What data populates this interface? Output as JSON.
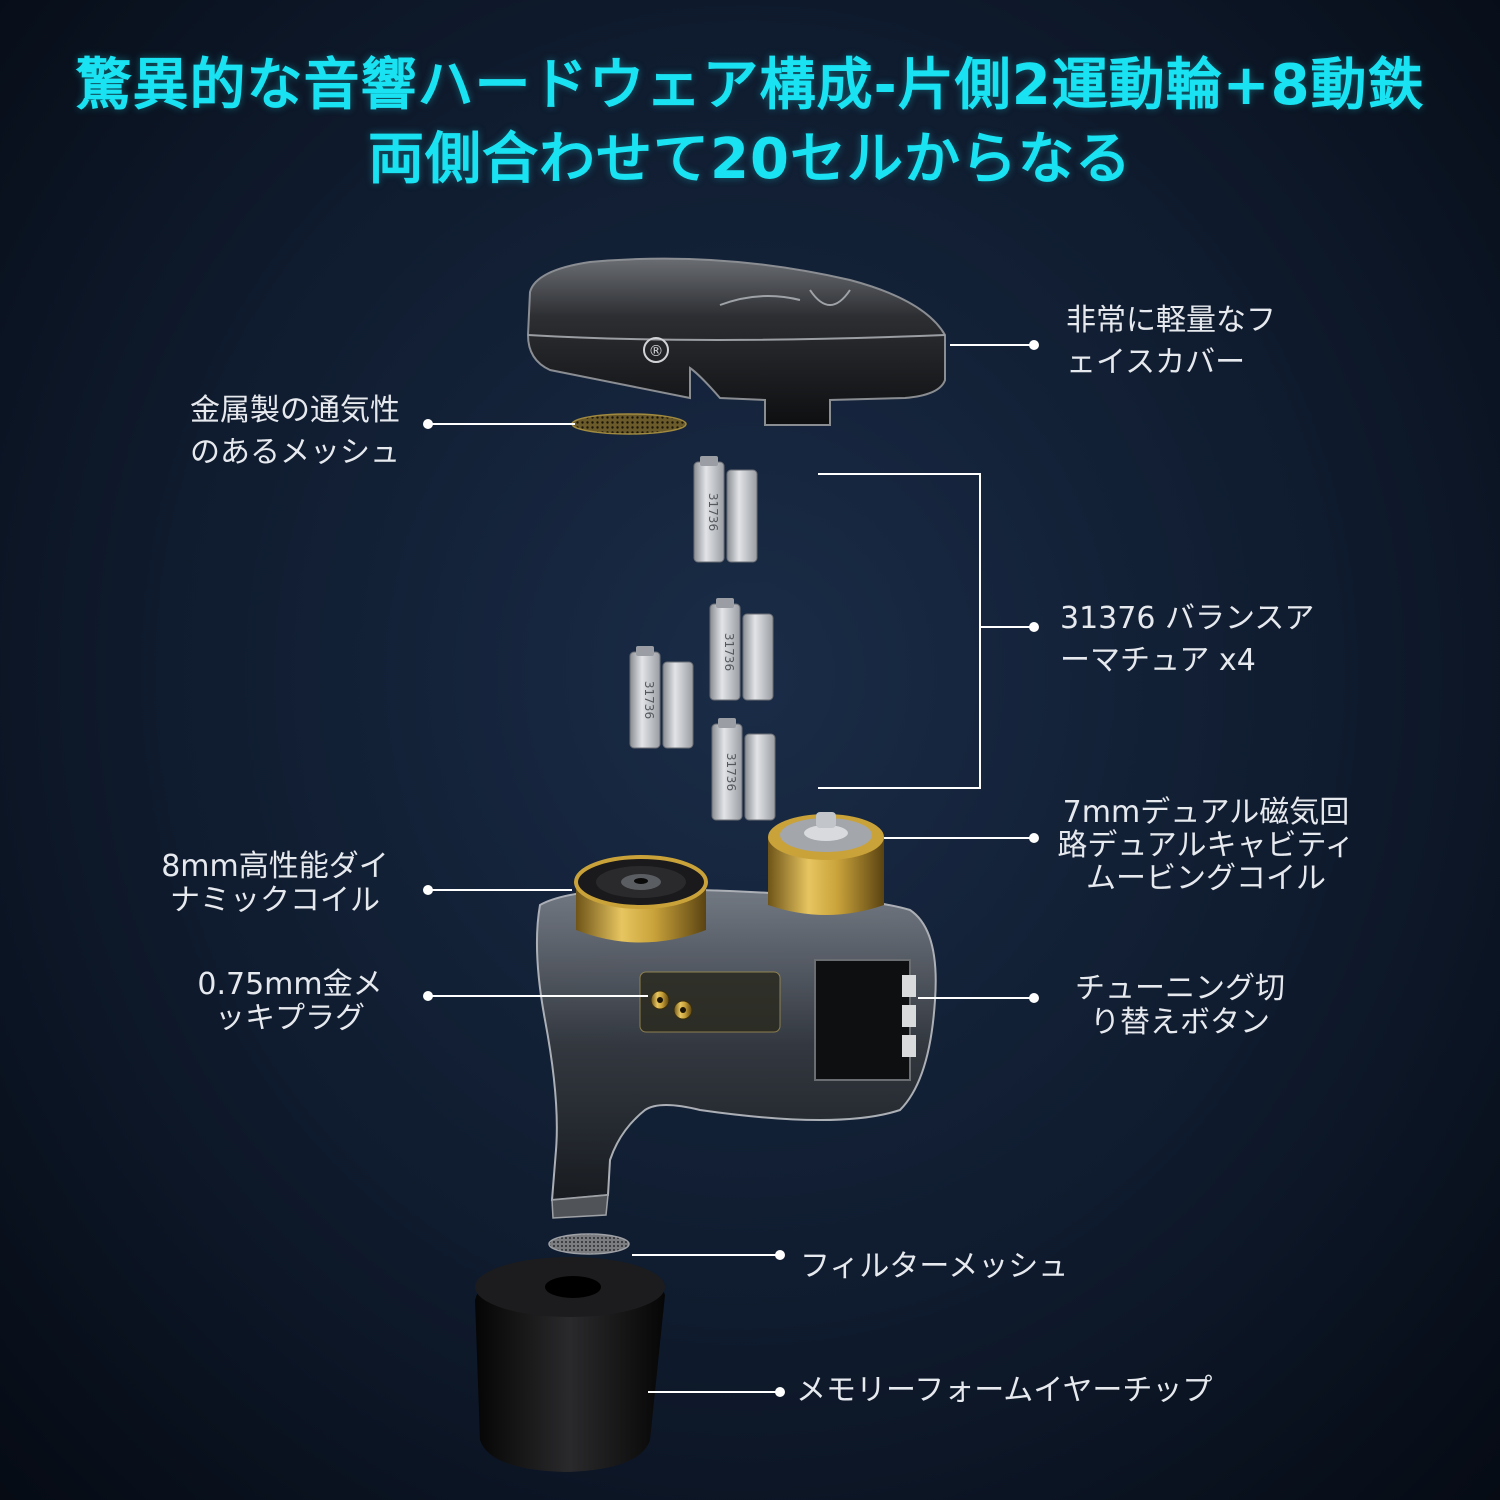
{
  "title": {
    "line1": "驚異的な音響ハードウェア構成-片側2運動輪+8動鉄",
    "line2": "両側合わせて20セルからなる"
  },
  "labels": {
    "face_cover": [
      "非常に軽量なフ",
      "ェイスカバー"
    ],
    "metal_mesh": [
      "金属製の通気性",
      "のあるメッシュ"
    ],
    "balanced_armature": [
      "31376 バランスア",
      "ーマチュア x4"
    ],
    "dual_coil": [
      "7mmデュアル磁気回",
      "路デュアルキャビティ",
      "ムービングコイル"
    ],
    "dynamic_coil": [
      "8mm高性能ダイ",
      "ナミックコイル"
    ],
    "gold_plug": [
      "0.75mm金メ",
      "ッキプラグ"
    ],
    "tuning_switch": [
      "チューニング切",
      "り替えボタン"
    ],
    "filter_mesh": [
      "フィルターメッシュ"
    ],
    "ear_tip": [
      "メモリーフォームイヤーチップ"
    ]
  },
  "component_text": {
    "armature_marking": "31736",
    "logo_mark": "®"
  },
  "colors": {
    "title": "#19e3f2",
    "label": "#e6e9ee",
    "leader_line": "#ffffff",
    "gold": "#c9a23a",
    "armature": "#b8bcc2"
  }
}
